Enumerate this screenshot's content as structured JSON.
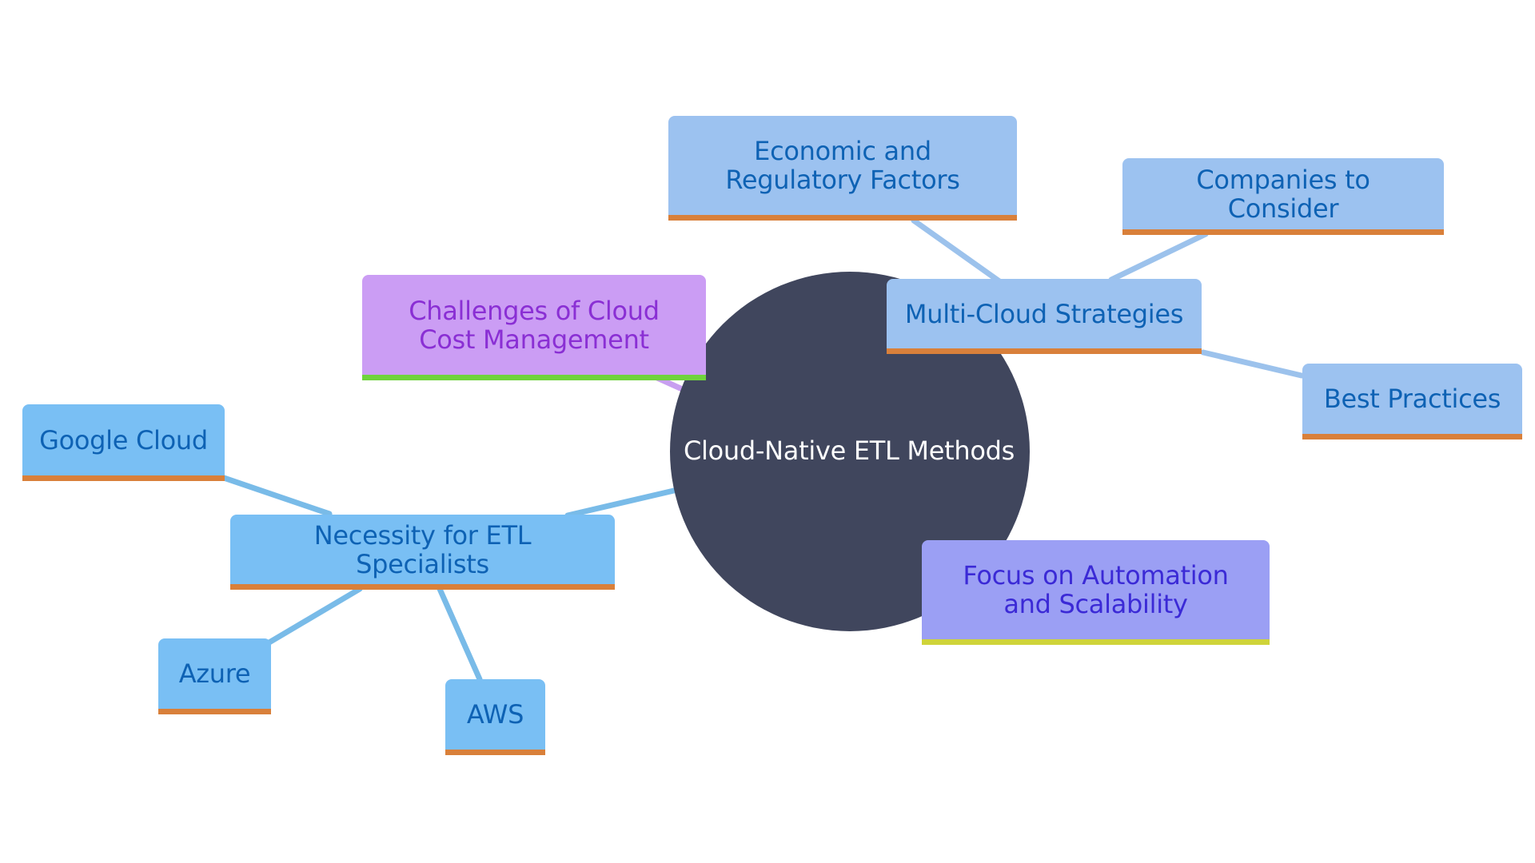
{
  "diagram": {
    "type": "mindmap",
    "colors": {
      "center": "#40465d",
      "branch_blue": "#79bff4",
      "branch_lightblue": "#9cc2f0",
      "branch_purple": "#cb9df4",
      "branch_violet": "#9b9ff4",
      "underline_orange": "#d9803a",
      "underline_green": "#6fd33c",
      "underline_yellow": "#cfd43a",
      "text_blue": "#0e62b4",
      "text_purple": "#8a2fd4",
      "text_violet": "#3b2ad6",
      "edge_blue": "#79bbe8",
      "edge_lightblue": "#9cc2ec",
      "edge_purple": "#c89ff0"
    },
    "center": {
      "label": "Cloud-Native ETL Methods"
    },
    "nodes": {
      "challenges": "Challenges of Cloud Cost Management",
      "multi_cloud": "Multi-Cloud Strategies",
      "economic": "Economic and Regulatory Factors",
      "companies": "Companies to Consider",
      "best_practices": "Best Practices",
      "automation": "Focus on Automation and Scalability",
      "etl_specialists": "Necessity for ETL Specialists",
      "google_cloud": "Google Cloud",
      "azure": "Azure",
      "aws": "AWS"
    },
    "edges": [
      [
        "center",
        "challenges"
      ],
      [
        "center",
        "multi_cloud"
      ],
      [
        "center",
        "automation"
      ],
      [
        "center",
        "etl_specialists"
      ],
      [
        "multi_cloud",
        "economic"
      ],
      [
        "multi_cloud",
        "companies"
      ],
      [
        "multi_cloud",
        "best_practices"
      ],
      [
        "etl_specialists",
        "google_cloud"
      ],
      [
        "etl_specialists",
        "azure"
      ],
      [
        "etl_specialists",
        "aws"
      ]
    ]
  }
}
